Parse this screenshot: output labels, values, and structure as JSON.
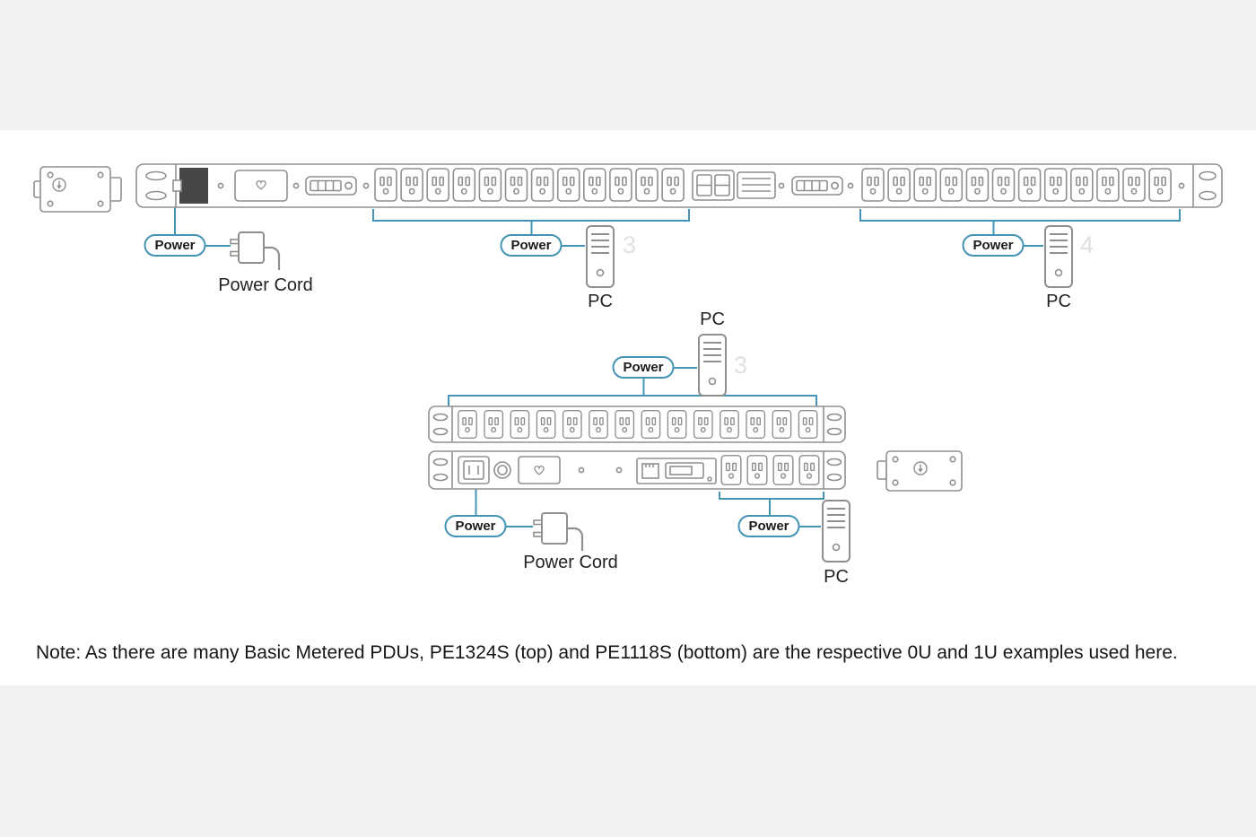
{
  "page": {
    "note": "Note: As there are many Basic Metered PDUs, PE1324S (top) and PE1118S (bottom) are the respective 0U and 1U examples used here."
  },
  "labels": {
    "power": "Power",
    "power_cord": "Power Cord",
    "pc": "PC"
  },
  "step_numbers": {
    "top_middle": "3",
    "top_right": "4",
    "middle": "3"
  },
  "colors": {
    "accent": "#4394b4",
    "line_gray": "#8f8f8f",
    "band_gray": "#f1f1f2"
  },
  "diagram": {
    "top_pdu": {
      "model": "PE1324S",
      "form": "0U",
      "outlet_groups": [
        12,
        12
      ]
    },
    "bottom_pdu": {
      "model": "PE1118S",
      "form": "1U",
      "outlet_rows": [
        14,
        4
      ]
    }
  }
}
